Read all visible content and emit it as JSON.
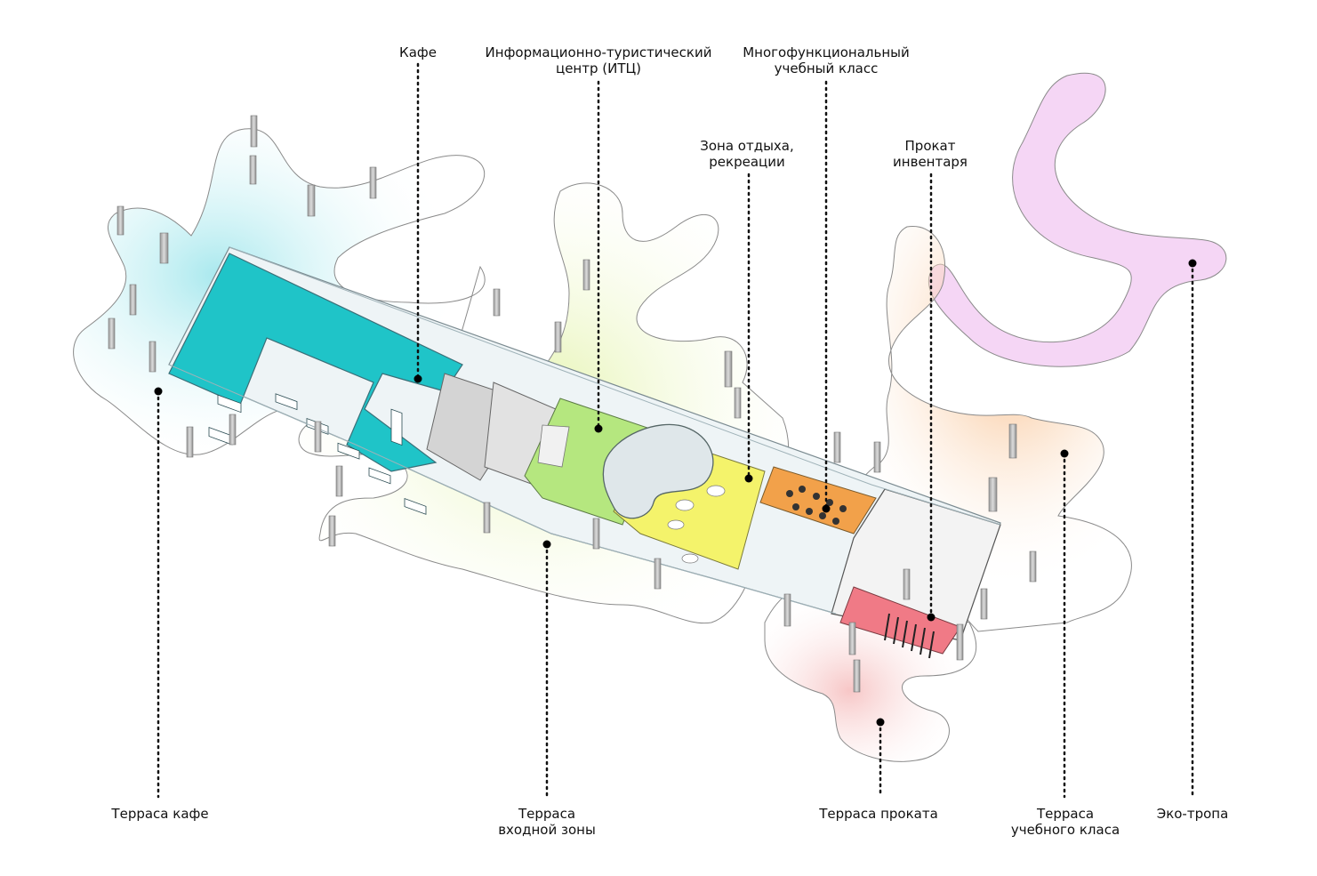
{
  "top_labels": {
    "cafe": {
      "lines": [
        "Кафе"
      ]
    },
    "itc": {
      "lines": [
        "Информационно-туристический",
        "центр (ИТЦ)"
      ]
    },
    "classroom": {
      "lines": [
        "Многофункциональный",
        "учебный класс"
      ]
    },
    "rest": {
      "lines": [
        "Зона отдыха,",
        "рекреации"
      ]
    },
    "rental": {
      "lines": [
        "Прокат",
        "инвентаря"
      ]
    }
  },
  "bottom_labels": {
    "terrace_cafe": {
      "lines": [
        "Терраса кафе"
      ]
    },
    "terrace_entry": {
      "lines": [
        "Терраса",
        "входной зоны"
      ]
    },
    "terrace_rental": {
      "lines": [
        "Терраса проката"
      ]
    },
    "terrace_class": {
      "lines": [
        "Терраса",
        "учебного класа"
      ]
    },
    "eco_trail": {
      "lines": [
        "Эко-тропа"
      ]
    }
  },
  "colors": {
    "cafe": "#1fc4c8",
    "itc": "#a6e07a",
    "rest": "#f4f06a",
    "classroom": "#f2a14a",
    "rental": "#f07a86",
    "eco_trail": "#f0c6f0",
    "terrace_cafe_glow": "#bfeff2",
    "terrace_entry_glow": "#eef6c4",
    "terrace_class_glow": "#f9cfa8",
    "terrace_rental_glow": "#f9d4d4"
  }
}
